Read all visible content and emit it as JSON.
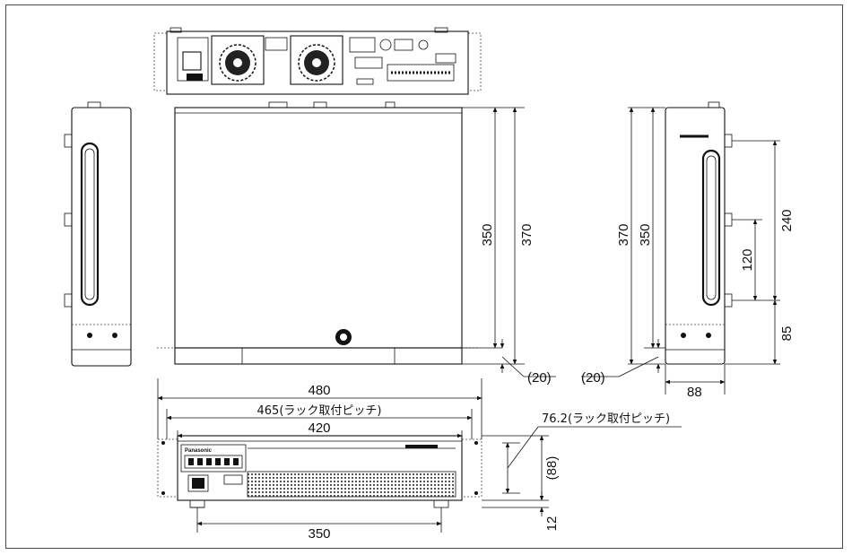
{
  "dimensions": {
    "width_total": "480",
    "rack_pitch_465": "465(ラック取付ピッチ)",
    "width_420": "420",
    "depth_350_bottom": "350",
    "front_height_88": "(88)",
    "foot_12": "12",
    "rack_pitch_76_2": "76.2(ラック取付ピッチ)",
    "top_350": "350",
    "top_370": "370",
    "top_20": "(20)",
    "right_370": "370",
    "right_350": "350",
    "right_20": "(20)",
    "right_240": "240",
    "right_120": "120",
    "right_85": "85",
    "right_88": "88"
  },
  "front_panel": {
    "brand": "Panasonic"
  }
}
